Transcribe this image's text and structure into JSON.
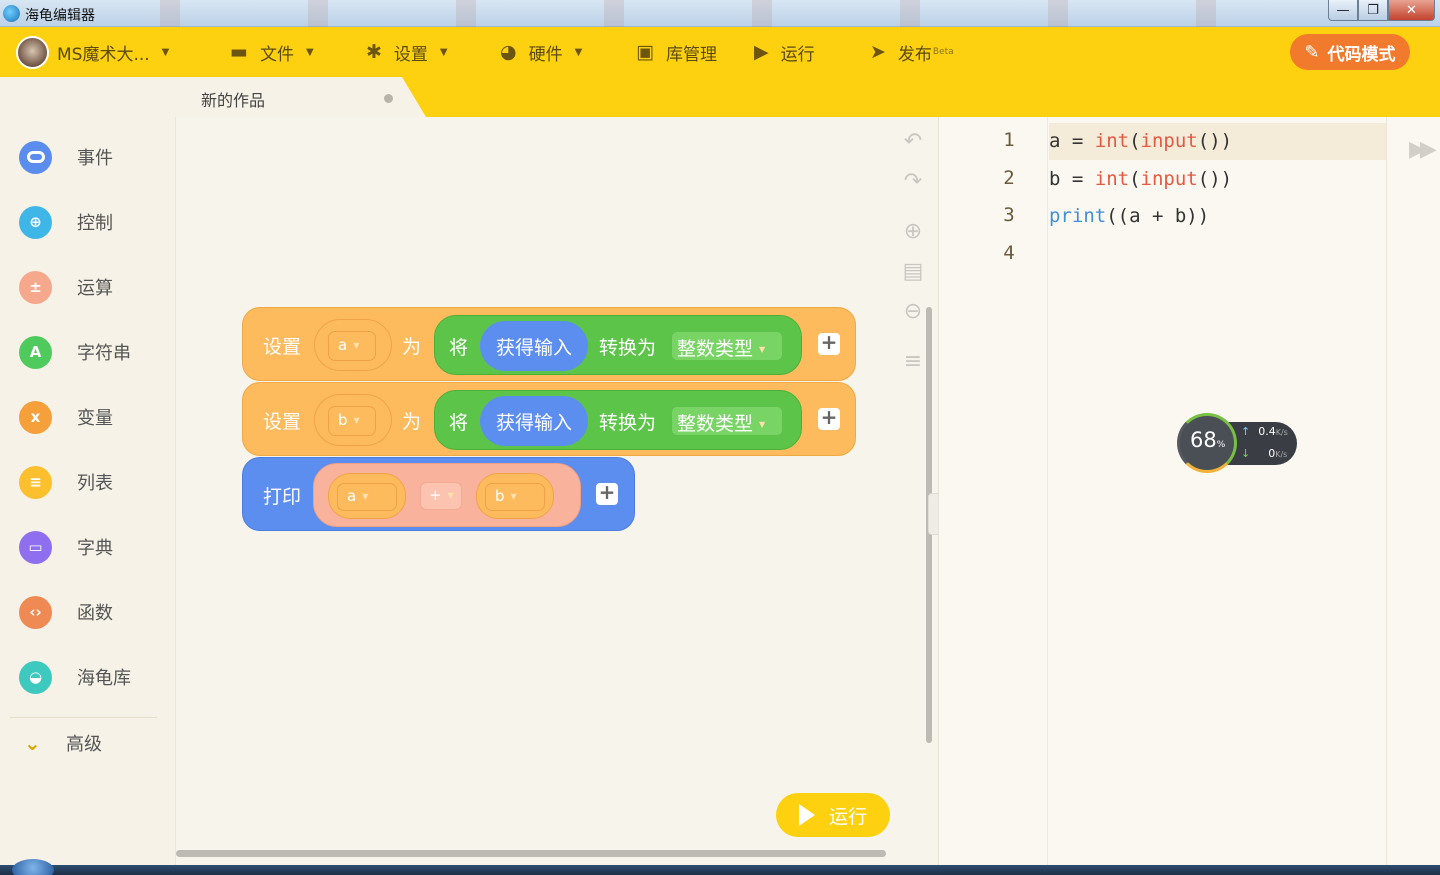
{
  "window": {
    "title": "海龟编辑器",
    "controls": {
      "minimize": "—",
      "maximize": "❐",
      "close": "✕"
    }
  },
  "menubar": {
    "user": "MS魔术大...",
    "items": [
      {
        "label": "文件",
        "icon": "folder-icon"
      },
      {
        "label": "设置",
        "icon": "gear-icon"
      },
      {
        "label": "硬件",
        "icon": "robot-icon"
      },
      {
        "label": "库管理",
        "icon": "inbox-icon"
      },
      {
        "label": "运行",
        "icon": "play-circle-icon"
      },
      {
        "label": "发布",
        "icon": "paper-plane-icon",
        "badge": "Beta"
      }
    ],
    "code_mode": "代码模式"
  },
  "tab": {
    "name": "新的作品"
  },
  "categories": [
    {
      "label": "事件",
      "color": "#5b8def",
      "glyph": "●"
    },
    {
      "label": "控制",
      "color": "#3fb6e8",
      "glyph": "⊕"
    },
    {
      "label": "运算",
      "color": "#f6a88c",
      "glyph": "±"
    },
    {
      "label": "字符串",
      "color": "#4fcb5e",
      "glyph": "A"
    },
    {
      "label": "变量",
      "color": "#f5a03a",
      "glyph": "x"
    },
    {
      "label": "列表",
      "color": "#fcc02e",
      "glyph": "≡"
    },
    {
      "label": "字典",
      "color": "#8f6ef0",
      "glyph": "▭"
    },
    {
      "label": "函数",
      "color": "#ef8a55",
      "glyph": "‹›"
    },
    {
      "label": "海龟库",
      "color": "#3ec9bf",
      "glyph": "◒"
    },
    {
      "label": "高级",
      "color": "#e0a400",
      "glyph": "⌄"
    }
  ],
  "blocks": {
    "set1": {
      "kw": "设置",
      "var": "a",
      "as": "为",
      "conv": "将",
      "input": "获得输入",
      "to": "转换为",
      "type": "整数类型"
    },
    "set2": {
      "kw": "设置",
      "var": "b",
      "as": "为",
      "conv": "将",
      "input": "获得输入",
      "to": "转换为",
      "type": "整数类型"
    },
    "print": {
      "kw": "打印",
      "left": "a",
      "op": "+",
      "right": "b"
    },
    "plus": "+"
  },
  "run_button": "运行",
  "code": {
    "lines": [
      {
        "no": "1",
        "parts": [
          [
            "plain",
            "a = "
          ],
          [
            "fn",
            "int"
          ],
          [
            "plain",
            "("
          ],
          [
            "fn",
            "input"
          ],
          [
            "plain",
            "())"
          ]
        ]
      },
      {
        "no": "2",
        "parts": [
          [
            "plain",
            "b = "
          ],
          [
            "fn",
            "int"
          ],
          [
            "plain",
            "("
          ],
          [
            "fn",
            "input"
          ],
          [
            "plain",
            "())"
          ]
        ]
      },
      {
        "no": "3",
        "parts": [
          [
            "builtin",
            "print"
          ],
          [
            "plain",
            "((a + b))"
          ]
        ]
      },
      {
        "no": "4",
        "parts": []
      }
    ]
  },
  "speed_widget": {
    "percent": "68",
    "pct_sign": "%",
    "up": "0.4",
    "down": "0",
    "unit": "K/s"
  },
  "colors": {
    "accent": "#fdd10f",
    "code_mode": "#f27a2c",
    "block_orange": "#fdbb5e",
    "block_green": "#5cc549",
    "block_blue": "#5c8ef0"
  }
}
